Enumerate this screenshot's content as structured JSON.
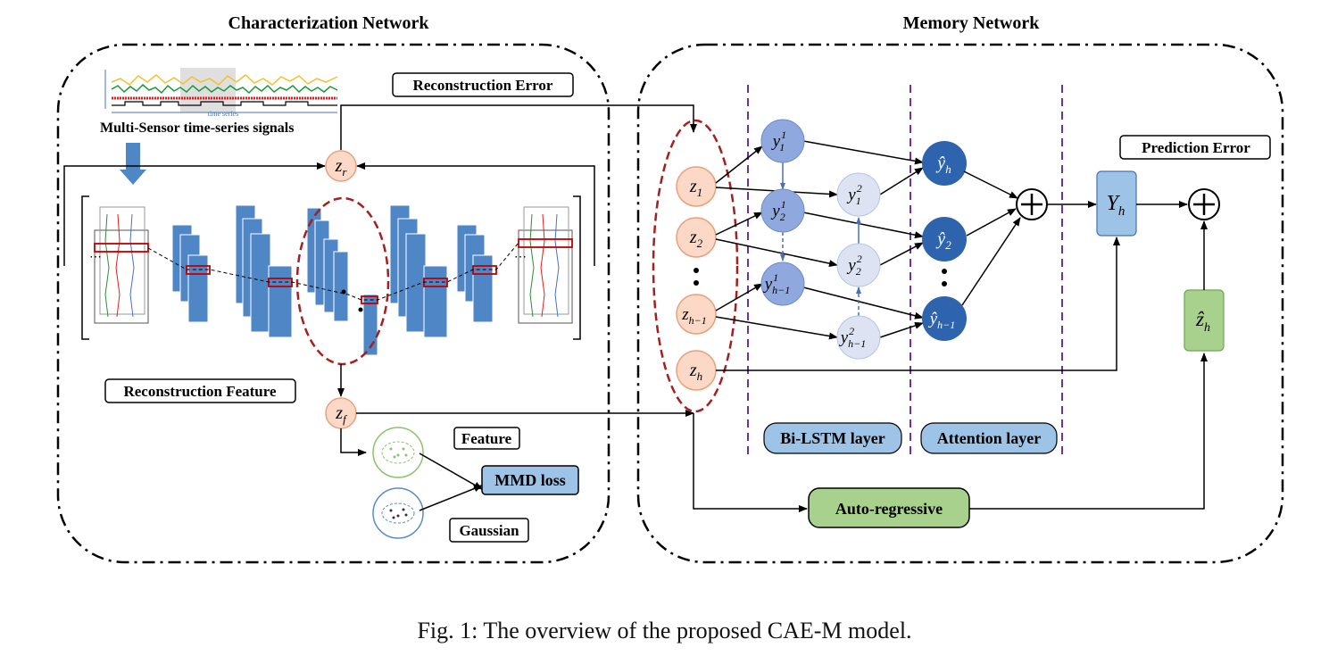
{
  "sections": {
    "left_title": "Characterization Network",
    "right_title": "Memory Network"
  },
  "labels": {
    "signals": "Multi-Sensor time-series signals",
    "signal_axis": "time series",
    "reconstruction_error": "Reconstruction Error",
    "reconstruction_feature": "Reconstruction Feature",
    "feature": "Feature",
    "gaussian": "Gaussian",
    "mmd_loss": "MMD loss",
    "prediction_error": "Prediction Error",
    "bilstm_layer": "Bi-LSTM layer",
    "attention_layer": "Attention layer",
    "auto_regressive": "Auto-regressive"
  },
  "nodes": {
    "z_r": {
      "base": "z",
      "sub": "r"
    },
    "z_f": {
      "base": "z",
      "sub": "f"
    },
    "z_1": {
      "base": "z",
      "sub": "1"
    },
    "z_2": {
      "base": "z",
      "sub": "2"
    },
    "z_hm1": {
      "base": "z",
      "sub": "h−1"
    },
    "z_h": {
      "base": "z",
      "sub": "h"
    },
    "y1_1": {
      "base": "y",
      "sub": "1",
      "sup": "1"
    },
    "y2_1": {
      "base": "y",
      "sub": "2",
      "sup": "1"
    },
    "yhm1_1": {
      "base": "y",
      "sub": "h−1",
      "sup": "1"
    },
    "y1_2": {
      "base": "y",
      "sub": "1",
      "sup": "2"
    },
    "y2_2": {
      "base": "y",
      "sub": "2",
      "sup": "2"
    },
    "yhm1_2": {
      "base": "y",
      "sub": "h−1",
      "sup": "2"
    },
    "yhat_h": {
      "base": "ŷ",
      "sub": "h"
    },
    "yhat_2": {
      "base": "ŷ",
      "sub": "2"
    },
    "yhat_hm1": {
      "base": "ŷ",
      "sub": "h−1"
    },
    "Y_h": {
      "base": "Y",
      "sub": "h"
    },
    "zhat_h": {
      "base": "ẑ",
      "sub": "h"
    }
  },
  "caption": "Fig. 1: The overview of the proposed CAE-M model.",
  "colors": {
    "z_node": "#fbd9c6",
    "z_node_stroke": "#e7a17f",
    "lstm_node": "#8fa8dd",
    "lstm2_node": "#dde3f3",
    "attn_node": "#2e64ad",
    "conv_block": "#4f86c6",
    "label_box": "#9dc3e6",
    "green_box": "#a9d18e",
    "dashed_red": "#a3201f",
    "dashed_purple": "#7030a0"
  }
}
